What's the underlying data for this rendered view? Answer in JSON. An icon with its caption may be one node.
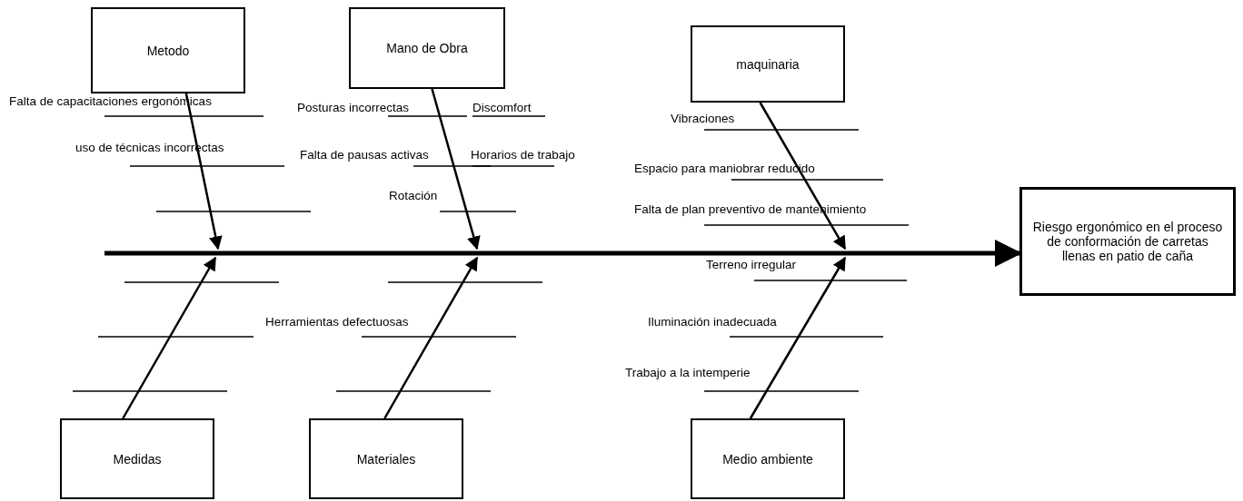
{
  "diagram": {
    "nodes": [
      {
        "text": [
          "Metodo"
        ]
      },
      {
        "text": [
          "Mano de Obra"
        ]
      },
      {
        "text": [
          "maquinaria"
        ]
      },
      {
        "text": [
          "Riesgo ergonómico en el proceso de conformación de carretas llenas en patio de caña"
        ]
      },
      {
        "text": [
          "Medidas"
        ]
      },
      {
        "text": [
          "Materiales"
        ]
      },
      {
        "text": [
          "Medio ambiente"
        ]
      }
    ],
    "edges": [
      {
        "from": null,
        "to": 3,
        "arrow": "to",
        "style": "thick"
      },
      {
        "from": 0,
        "to": null,
        "arrow": "to"
      },
      {
        "from": 1,
        "to": null,
        "arrow": "to"
      },
      {
        "from": 2,
        "to": null,
        "arrow": "to"
      },
      {
        "from": 4,
        "to": null,
        "arrow": "to"
      },
      {
        "from": 5,
        "to": null,
        "arrow": "to"
      },
      {
        "from": 6,
        "to": null,
        "arrow": "to"
      }
    ],
    "labels": [
      "Falta de capacitaciones ergonómicas",
      "uso de técnicas incorrectas",
      "Posturas incorrectas",
      "Discomfort",
      "Falta de pausas activas",
      "Horarios de trabajo",
      "Rotación",
      "Vibraciones",
      "Espacio para maniobrar reducido",
      "Falta de plan preventivo de mantenimiento",
      "Terreno irregular",
      "Herramientas defectuosas",
      "Iluminación inadecuada",
      "Trabajo a la intemperie"
    ]
  }
}
